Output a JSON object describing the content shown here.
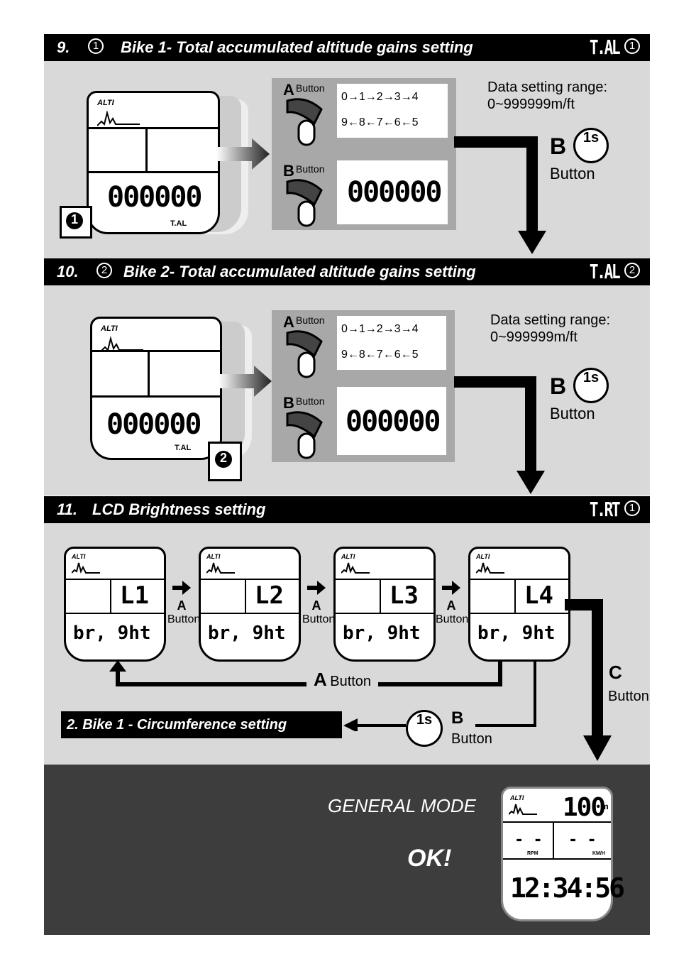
{
  "s9": {
    "num": "9.",
    "icon": "1",
    "title": "Bike 1- Total  accumulated altitude gains  setting",
    "code": "T.AL",
    "code_icon": "1",
    "lcd_brand": "ALTI",
    "lcd_value": "000000",
    "lcd_unit": "T.AL",
    "lcd_flag": "1",
    "a_label": "A",
    "a_btn": "Button",
    "seq_top": "0→1→2→3→4",
    "seq_bot": "9←8←7←6←5",
    "b_label": "B",
    "b_btn": "Button",
    "b_value": "000000",
    "range_label": "Data setting range:",
    "range_value": "0~999999m/ft",
    "next_key": "B",
    "next_time": "1s",
    "next_btn": "Button"
  },
  "s10": {
    "num": "10.",
    "icon": "2",
    "title": "Bike 2- Total accumulated altitude gains setting",
    "code": "T.AL",
    "code_icon": "2",
    "lcd_brand": "ALTI",
    "lcd_value": "000000",
    "lcd_unit": "T.AL",
    "lcd_flag": "2",
    "a_label": "A",
    "a_btn": "Button",
    "seq_top": "0→1→2→3→4",
    "seq_bot": "9←8←7←6←5",
    "b_label": "B",
    "b_btn": "Button",
    "b_value": "000000",
    "range_label": "Data setting range:",
    "range_value": "0~999999m/ft",
    "next_key": "B",
    "next_time": "1s",
    "next_btn": "Button"
  },
  "s11": {
    "num": "11.",
    "title": "LCD Brightness  setting",
    "code": "T.RT",
    "code_icon": "1",
    "screens": [
      {
        "level": "L1",
        "word": "br, 9ht"
      },
      {
        "level": "L2",
        "word": "br, 9ht"
      },
      {
        "level": "L3",
        "word": "br, 9ht"
      },
      {
        "level": "L4",
        "word": "br, 9ht"
      }
    ],
    "brand": "ALTI",
    "arrow_key": "A",
    "arrow_btn": "Button",
    "loop_key": "A",
    "loop_btn": "Button",
    "c_key": "C",
    "c_btn": "Button",
    "back_label": "2. Bike 1 - Circumference setting",
    "b_key": "B",
    "b_time": "1s",
    "b_btn": "Button"
  },
  "general": {
    "mode": "GENERAL MODE",
    "ok": "OK!",
    "brand": "ALTI",
    "alt": "100",
    "alt_unit": "m",
    "rpm": "RPM",
    "kmh": "KM/H",
    "time": "12:34:56",
    "dash1": "- -",
    "dash2": "- -"
  }
}
